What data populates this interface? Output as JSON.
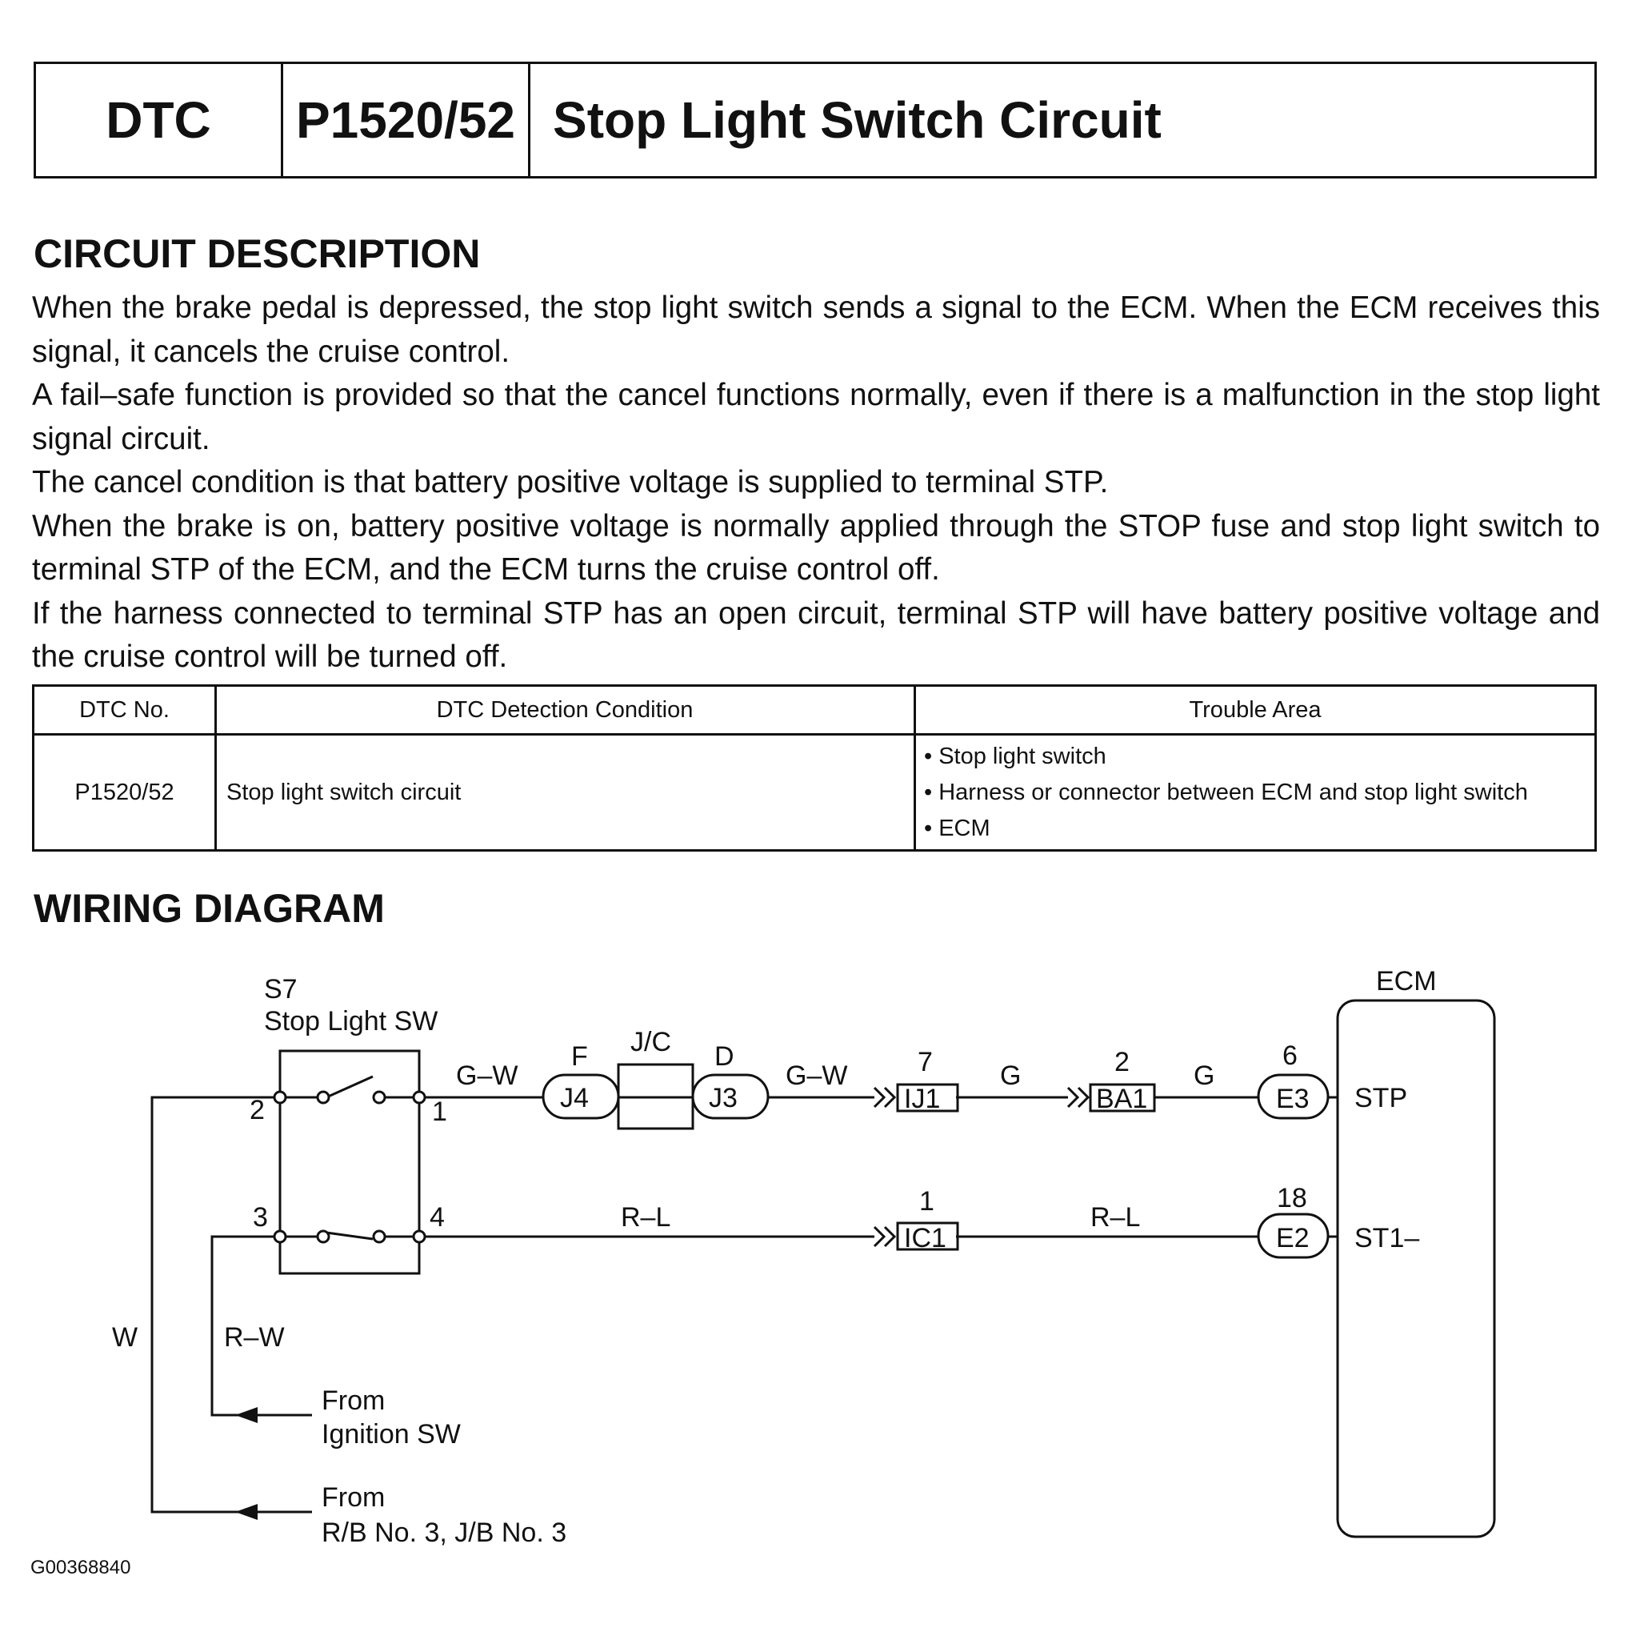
{
  "header": {
    "dtc_label": "DTC",
    "code": "P1520/52",
    "name": "Stop Light Switch Circuit"
  },
  "circuit_description": {
    "heading": "CIRCUIT DESCRIPTION",
    "paragraphs": [
      "When the brake pedal is depressed, the stop light switch sends a signal to the ECM. When the ECM receives this signal, it cancels the cruise control.",
      "A fail–safe function is provided so that the cancel functions normally, even if there is a malfunction in the stop light signal circuit.",
      "The cancel condition is that battery positive voltage is supplied to terminal STP.",
      "When the brake is on, battery positive voltage is normally applied through the STOP fuse and stop light switch to terminal STP of the ECM, and the ECM turns the cruise control off.",
      "If the harness connected to terminal STP has an open circuit, terminal STP will have battery positive voltage and the cruise control will be turned off."
    ]
  },
  "dtc_table": {
    "headers": [
      "DTC No.",
      "DTC Detection Condition",
      "Trouble Area"
    ],
    "row": {
      "code": "P1520/52",
      "condition": "Stop light switch circuit",
      "areas": [
        "• Stop light switch",
        "• Harness or connector between ECM and stop light switch",
        "• ECM"
      ]
    }
  },
  "wiring_diagram": {
    "heading": "WIRING DIAGRAM",
    "switch_id": "S7",
    "switch_name": "Stop Light SW",
    "switch_pins": {
      "p1": "1",
      "p2": "2",
      "p3": "3",
      "p4": "4"
    },
    "jc_label": "J/C",
    "jc_left_pin": "F",
    "jc_right_pin": "D",
    "connectors": {
      "j4": "J4",
      "j3": "J3",
      "ij1": "IJ1",
      "ij1_pin": "7",
      "ba1": "BA1",
      "ba1_pin": "2",
      "e3": "E3",
      "e3_pin": "6",
      "ic1": "IC1",
      "ic1_pin": "1",
      "e2": "E2",
      "e2_pin": "18"
    },
    "wire_colors": {
      "gw_left": "G–W",
      "gw_right": "G–W",
      "g_1": "G",
      "g_2": "G",
      "rl_1": "R–L",
      "rl_2": "R–L",
      "w": "W",
      "rw": "R–W"
    },
    "ecm_label": "ECM",
    "ecm_terminals": {
      "stp": "STP",
      "st1": "ST1–"
    },
    "from_ignition": [
      "From",
      "Ignition SW"
    ],
    "from_rb": [
      "From",
      "R/B No. 3, J/B No. 3"
    ]
  },
  "figure_id": "G00368840"
}
